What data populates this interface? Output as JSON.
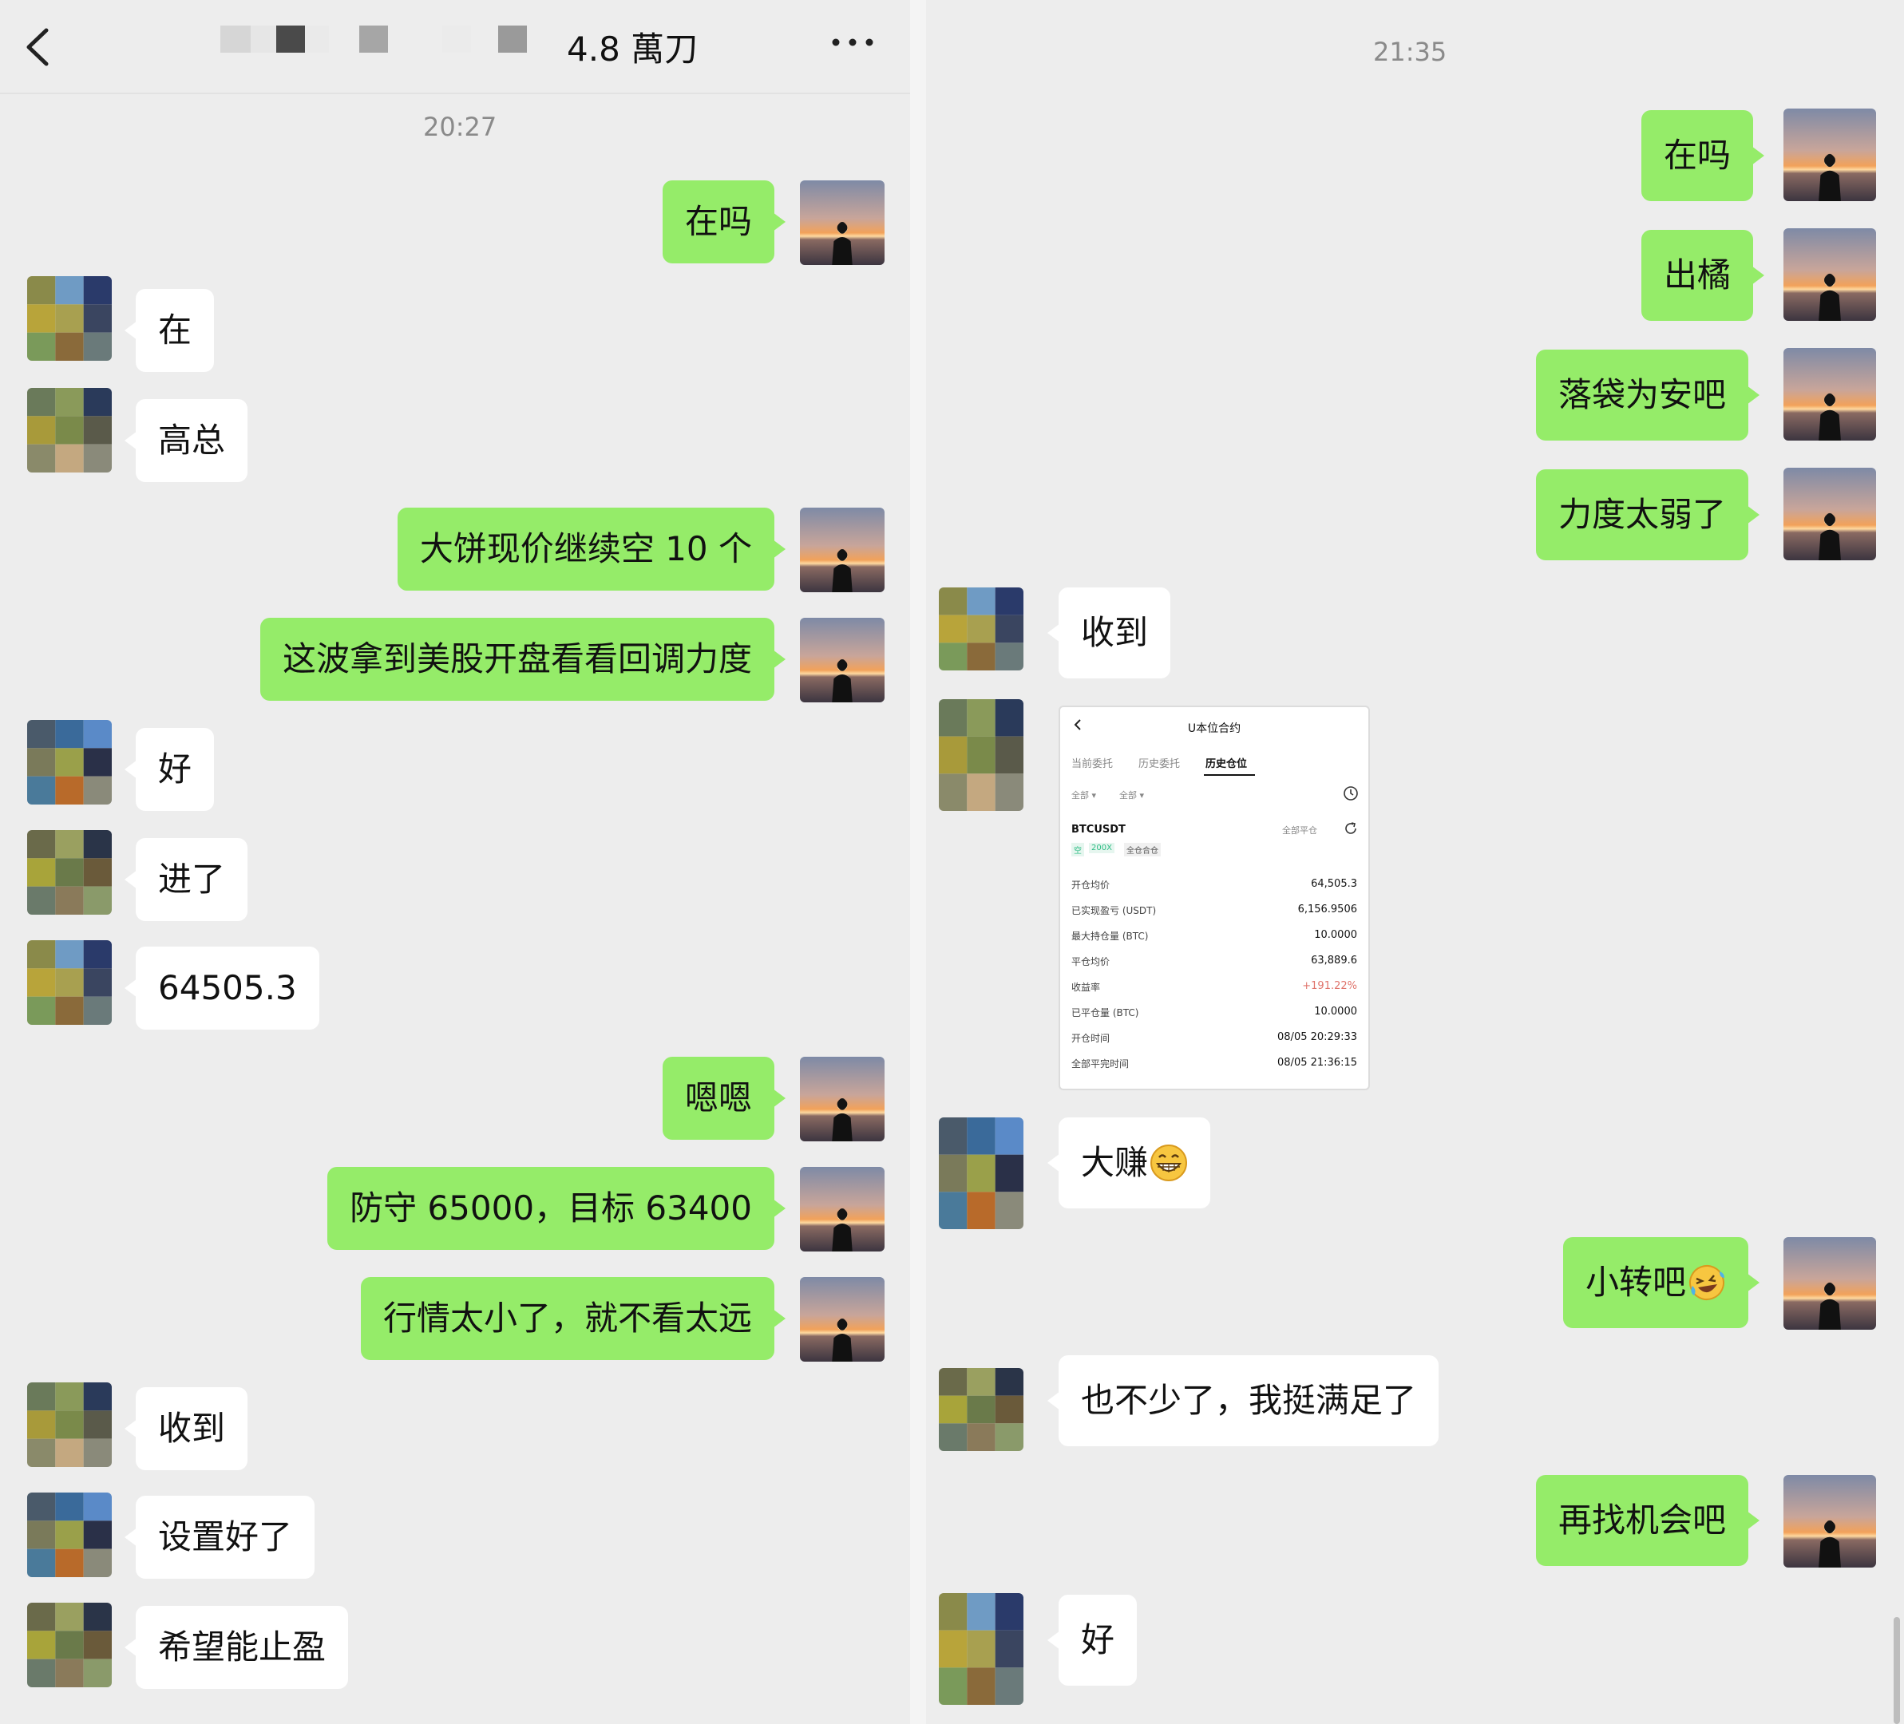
{
  "header": {
    "title": "4.8 萬刀"
  },
  "colors": {
    "background": "#ededed",
    "outgoing_bubble": "#95ec69",
    "incoming_bubble": "#ffffff",
    "positive_value": "#e0746c"
  },
  "left_chat": {
    "time": "20:27",
    "messages": [
      {
        "dir": "out",
        "text": "在吗"
      },
      {
        "dir": "in",
        "text": "在"
      },
      {
        "dir": "in",
        "text": "高总"
      },
      {
        "dir": "out",
        "text": "大饼现价继续空 10 个"
      },
      {
        "dir": "out",
        "text": "这波拿到美股开盘看看回调力度"
      },
      {
        "dir": "in",
        "text": "好"
      },
      {
        "dir": "in",
        "text": "进了"
      },
      {
        "dir": "in",
        "text": "64505.3"
      },
      {
        "dir": "out",
        "text": "嗯嗯"
      },
      {
        "dir": "out",
        "text": "防守 65000，目标 63400"
      },
      {
        "dir": "out",
        "text": "行情太小了，就不看太远"
      },
      {
        "dir": "in",
        "text": "收到"
      },
      {
        "dir": "in",
        "text": "设置好了"
      },
      {
        "dir": "in",
        "text": "希望能止盈"
      }
    ]
  },
  "right_chat": {
    "time": "21:35",
    "messages": [
      {
        "dir": "out",
        "text": "在吗"
      },
      {
        "dir": "out",
        "text": "出橘"
      },
      {
        "dir": "out",
        "text": "落袋为安吧"
      },
      {
        "dir": "out",
        "text": "力度太弱了"
      },
      {
        "dir": "in",
        "text": "收到"
      },
      {
        "dir": "in",
        "text": "大赚",
        "emoji": "grin-emoji"
      },
      {
        "dir": "out",
        "text": "小转吧",
        "emoji": "laugh-cry-emoji"
      },
      {
        "dir": "in",
        "text": "也不少了，我挺满足了"
      },
      {
        "dir": "out",
        "text": "再找机会吧"
      },
      {
        "dir": "in",
        "text": "好"
      }
    ]
  },
  "screenshot": {
    "title": "U本位合约",
    "tabs": [
      "当前委托",
      "历史委托",
      "历史仓位"
    ],
    "active_tab": "历史仓位",
    "filters": [
      "全部",
      "全部"
    ],
    "symbol": "BTCUSDT",
    "close_all": "全部平仓",
    "tags": [
      "空",
      "200X",
      "全仓合仓"
    ],
    "rows": [
      {
        "label": "开仓均价",
        "value": "64,505.3"
      },
      {
        "label": "已实现盈亏 (USDT)",
        "value": "6,156.9506"
      },
      {
        "label": "最大持仓量 (BTC)",
        "value": "10.0000"
      },
      {
        "label": "平仓均价",
        "value": "63,889.6"
      },
      {
        "label": "收益率",
        "value": "+191.22%"
      },
      {
        "label": "已平仓量 (BTC)",
        "value": "10.0000"
      },
      {
        "label": "开仓时间",
        "value": "08/05 20:29:33"
      },
      {
        "label": "全部平完时间",
        "value": "08/05 21:36:15"
      }
    ]
  }
}
